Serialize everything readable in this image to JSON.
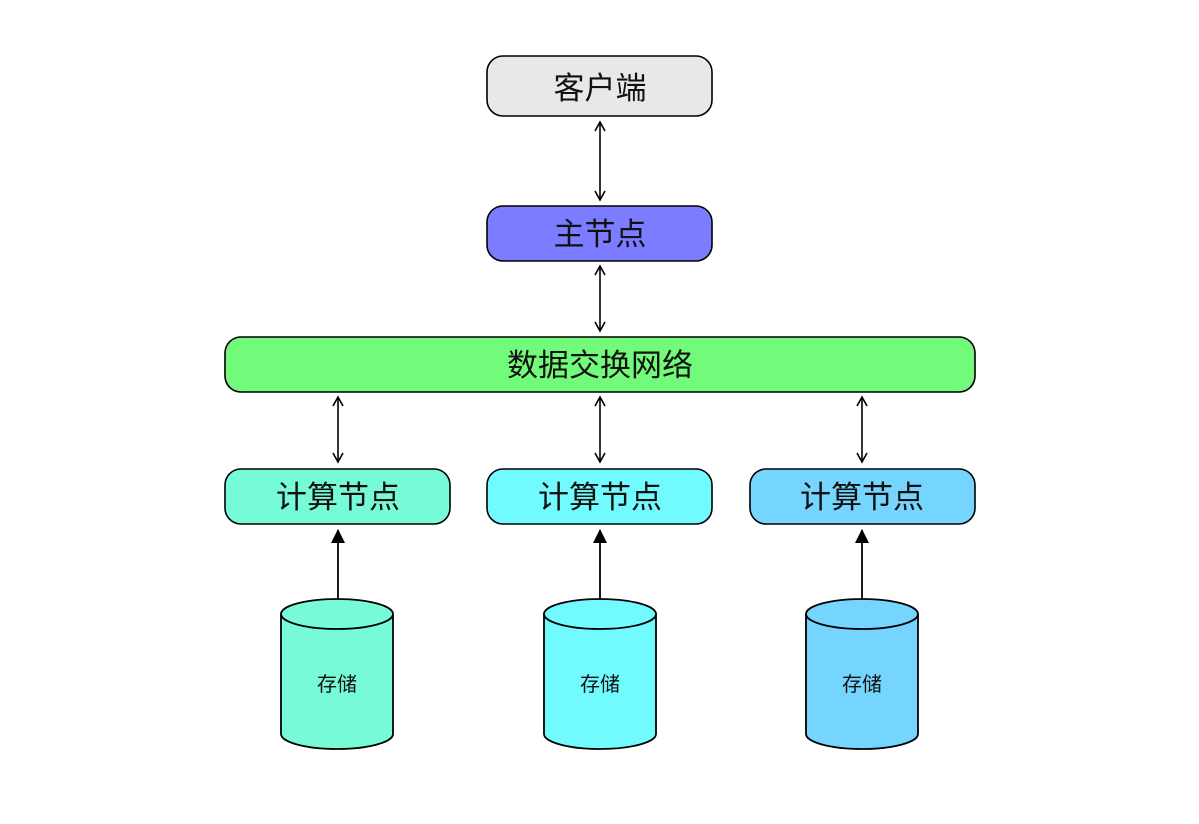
{
  "client": {
    "label": "客户端",
    "color": "#e8e8e8"
  },
  "master": {
    "label": "主节点",
    "color": "#7b7cff"
  },
  "network": {
    "label": "数据交换网络",
    "color": "#72fb7a"
  },
  "compute_nodes": [
    {
      "label": "计算节点",
      "color": "#76fbd6"
    },
    {
      "label": "计算节点",
      "color": "#72fbfe"
    },
    {
      "label": "计算节点",
      "color": "#75d5ff"
    }
  ],
  "storages": [
    {
      "label": "存储",
      "color": "#76fbd6"
    },
    {
      "label": "存储",
      "color": "#72fbfe"
    },
    {
      "label": "存储",
      "color": "#75d5ff"
    }
  ]
}
